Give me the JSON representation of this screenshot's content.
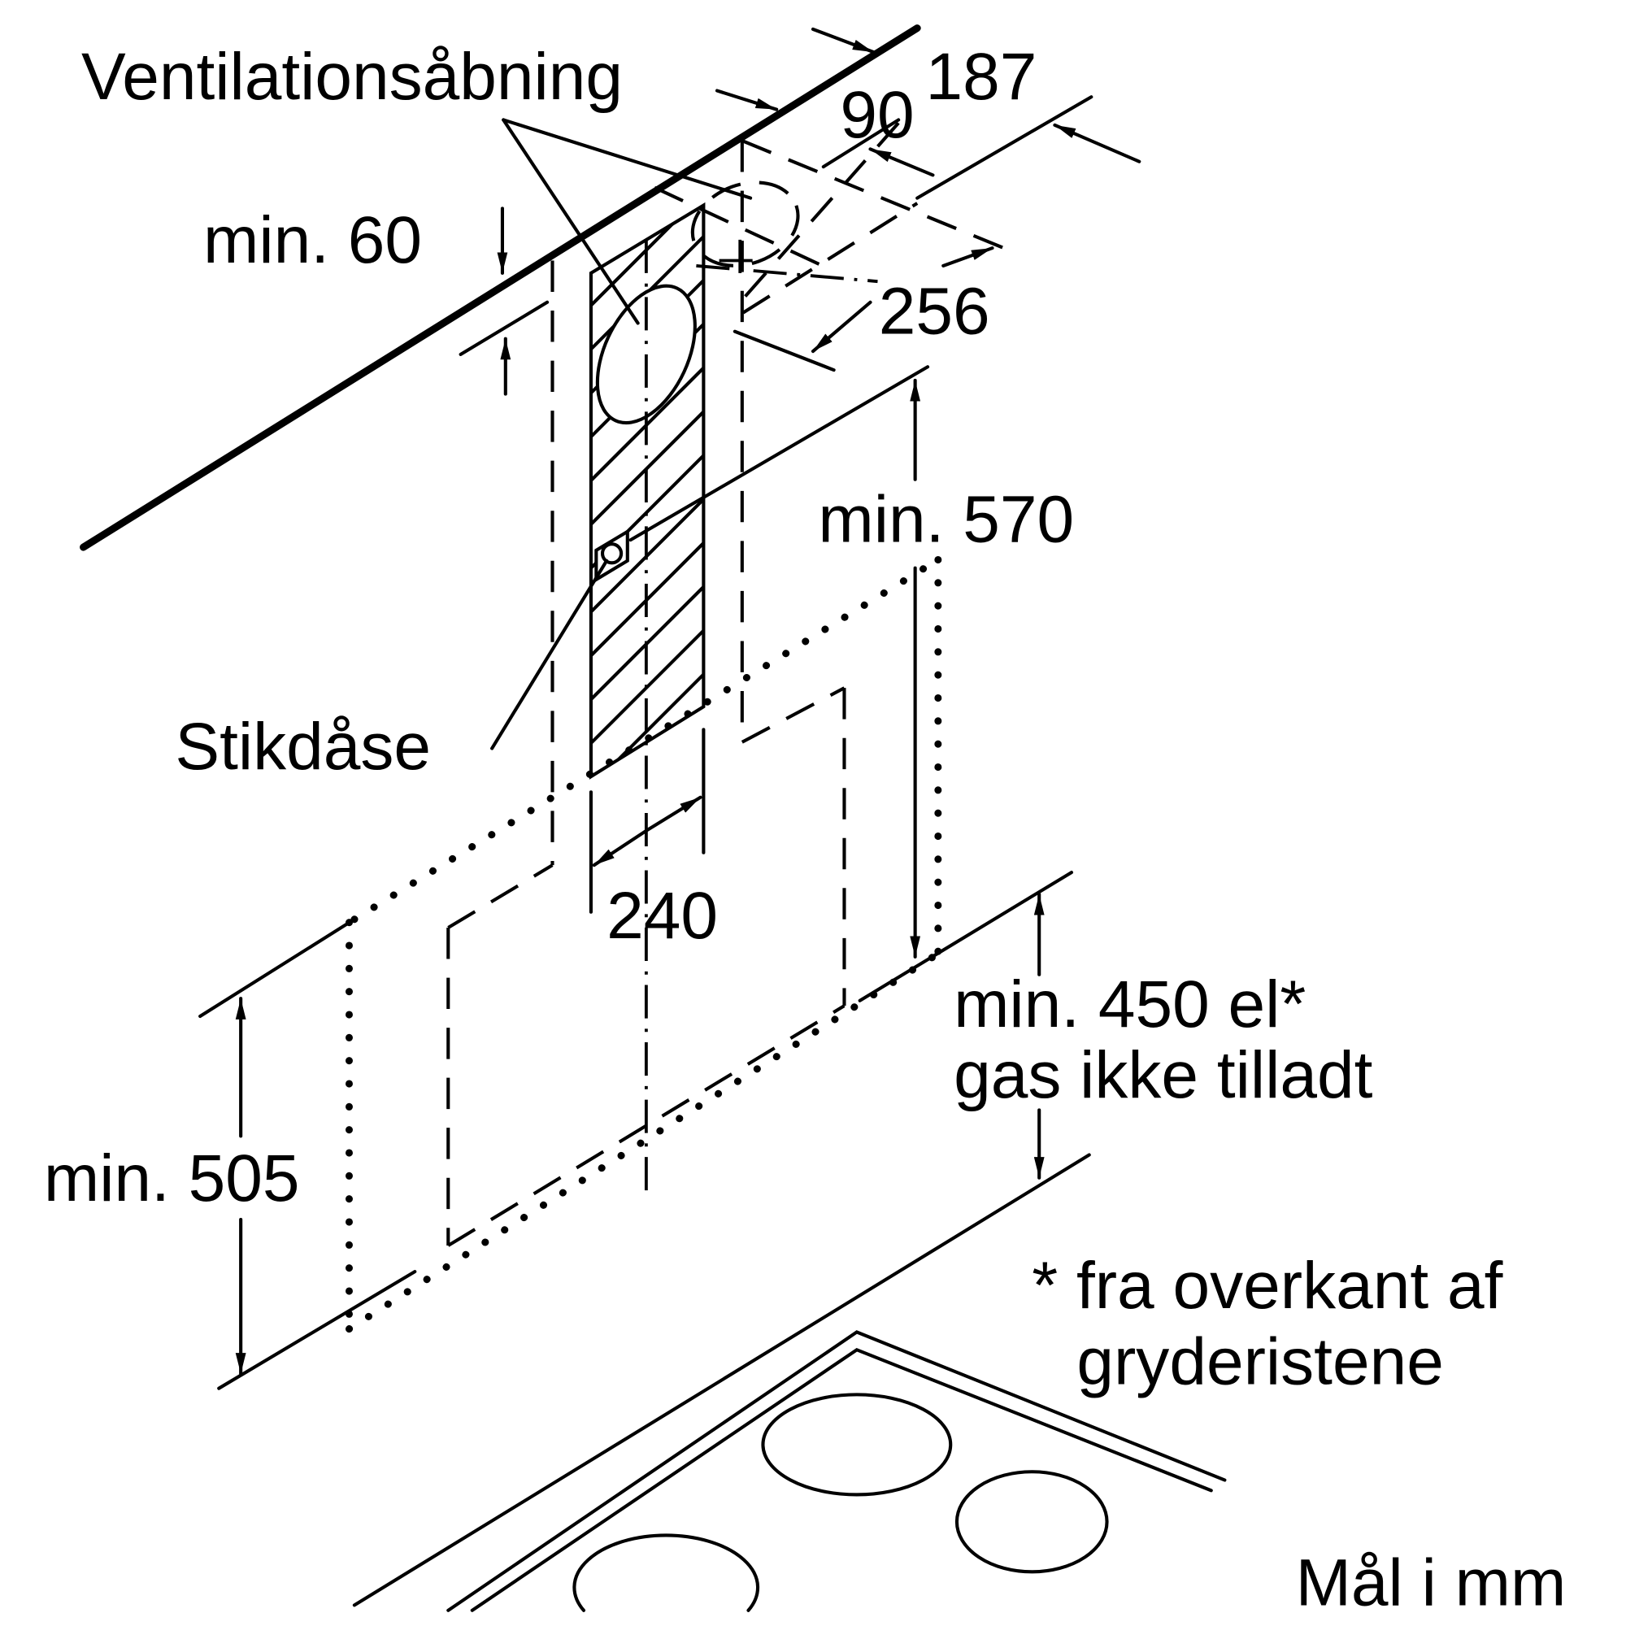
{
  "diagram": {
    "title": "Installation dimensions for wall-mounted cooker hood",
    "labels": {
      "ventilation_opening": "Ventilationsåbning",
      "dim_187": "187",
      "dim_90": "90",
      "dim_min60": "min. 60",
      "dim_256": "256",
      "dim_min570": "min. 570",
      "socket": "Stikdåse",
      "dim_240": "240",
      "dim_min450_line1": "min. 450 el*",
      "dim_min450_line2": "gas ikke tilladt",
      "dim_min505": "min. 505",
      "footnote_line1": "* fra overkant af",
      "footnote_line2": "gryderistene",
      "units": "Mål i mm"
    },
    "colors": {
      "line": "#000000",
      "background": "#ffffff"
    }
  }
}
